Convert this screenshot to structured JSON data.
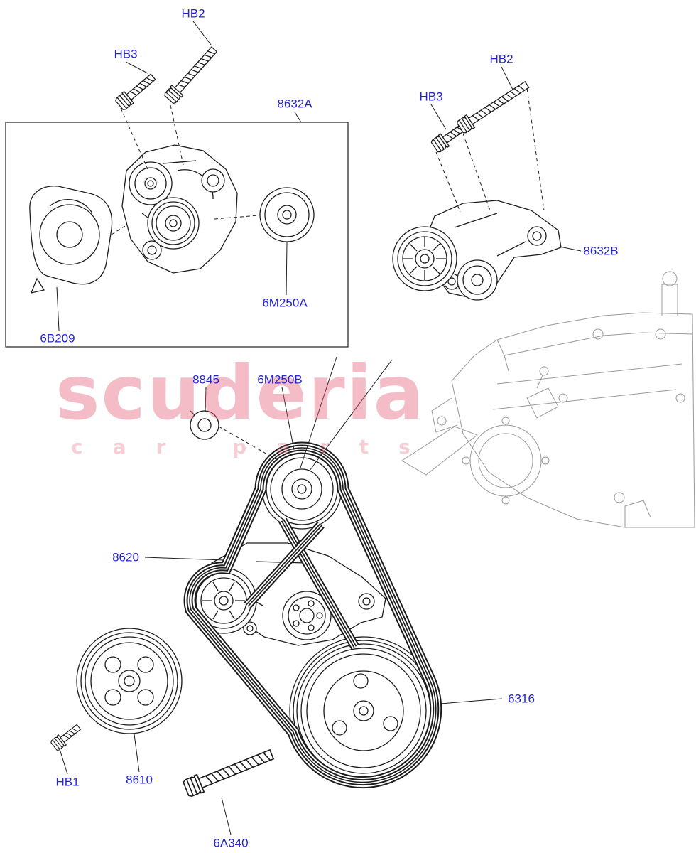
{
  "watermark": {
    "line1": "scuderia",
    "line2": "car parts"
  },
  "labels": [
    {
      "id": "hb2-left",
      "text": "HB2"
    },
    {
      "id": "hb3-left",
      "text": "HB3"
    },
    {
      "id": "8632a",
      "text": "8632A"
    },
    {
      "id": "hb3-right",
      "text": "HB3"
    },
    {
      "id": "hb2-right",
      "text": "HB2"
    },
    {
      "id": "8632b",
      "text": "8632B"
    },
    {
      "id": "6m250a",
      "text": "6M250A"
    },
    {
      "id": "6b209",
      "text": "6B209"
    },
    {
      "id": "8845",
      "text": "8845"
    },
    {
      "id": "6m250b",
      "text": "6M250B"
    },
    {
      "id": "8620",
      "text": "8620"
    },
    {
      "id": "6316",
      "text": "6316"
    },
    {
      "id": "hb1",
      "text": "HB1"
    },
    {
      "id": "8610",
      "text": "8610"
    },
    {
      "id": "6a340",
      "text": "6A340"
    }
  ],
  "colors": {
    "label_blue": "#2525cf",
    "line_black": "#1c1c1c",
    "watermark_pink": "#e26078"
  }
}
